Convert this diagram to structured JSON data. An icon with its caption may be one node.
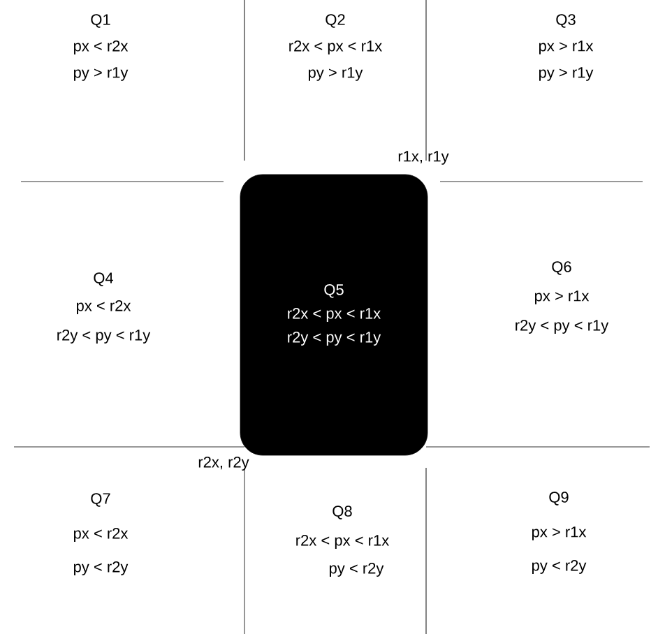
{
  "diagram": {
    "nodes": [
      {
        "text": [
          "Q5",
          "r2x < px < r1x",
          "r2y < py < r1y"
        ]
      }
    ],
    "labels": [
      "Q1",
      "px < r2x",
      "py > r1y",
      "Q2",
      "r2x < px < r1x",
      "py > r1y",
      "Q3",
      "px > r1x",
      "py > r1y",
      "r1x, r1y",
      "Q4",
      "px < r2x",
      "r2y < py < r1y",
      "Q6",
      "px > r1x",
      "r2y < py < r1y",
      "r2x, r2y",
      "Q7",
      "px < r2x",
      "py < r2y",
      "Q8",
      "r2x < px < r1x",
      "py < r2y",
      "Q9",
      "px > r1x",
      "py < r2y"
    ]
  }
}
